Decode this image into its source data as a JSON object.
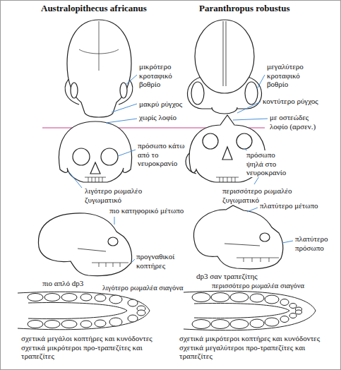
{
  "diagram": {
    "labels": [
      "Australopithecus africanus",
      "Paranthropus robustus",
      "μικρότερο κροταφικό βοθρίο",
      "μεγαλύτερο κροταφικό βοθρίο",
      "μακρύ ρύγχος",
      "κοντύτερο ρύγχος",
      "χωρίς λοφίο",
      "με οστεώδες λοφίο (αρσεν.)",
      "πρόσωπο κάτω από το νευροκρανίο",
      "πρόσωπο ψηλά στο νευροκρανίο",
      "λιγότερο ρωμαλέο ζυγωματικό",
      "περισσότερο ρωμαλέο ζυγωματικό",
      "πιο κατηφορικό μέτωπο",
      "πλατύτερο μέτωπο",
      "πλατύτερο πρόσωπο",
      "προγναθικοί κοπτήρες",
      "dp3 σαν τραπεζίτης",
      "πιο απλό dp3",
      "λιγότερο ρωμαλέα σιαγόνα",
      "περισσότερο ρωμαλέα σιαγόνα",
      "σχετικά μεγάλοι κοπτήρες και κυνόδοντες σχετικά μικρότεροι προ-τραπεζίτες και τραπεζίτες",
      "σχετικά μικρότεροι κοπτήρες και κυνόδοντες σχετικά μεγαλύτεροι προ-τραπεζίτες και τραπεζίτες"
    ]
  }
}
